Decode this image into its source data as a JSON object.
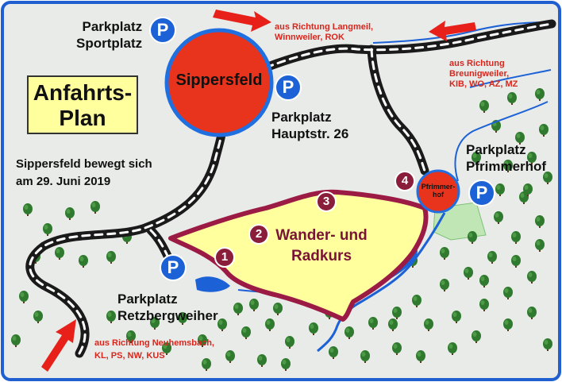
{
  "title": {
    "line1": "Anfahrts-",
    "line2": "Plan"
  },
  "event": {
    "line1": "Sippersfeld bewegt sich",
    "line2": "am 29. Juni 2019"
  },
  "towns": {
    "sippersfeld": "Sippersfeld",
    "pfrimmerhof_line1": "Pfrimmer-",
    "pfrimmerhof_line2": "hof"
  },
  "parking_symbol": "P",
  "parking": {
    "sportplatz": {
      "line1": "Parkplatz",
      "line2": "Sportplatz"
    },
    "hauptstr": {
      "line1": "Parkplatz",
      "line2": "Hauptstr. 26"
    },
    "pfrimmerhof": {
      "line1": "Parkplatz",
      "line2": "Pfrimmerhof"
    },
    "retzbergweiher": {
      "line1": "Parkplatz",
      "line2": "Retzbergweiher"
    }
  },
  "directions": {
    "langmeil": {
      "line1": "aus Richtung Langmeil,",
      "line2": "Winnweiler, ROK"
    },
    "breunigweiler": {
      "line1": "aus Richtung",
      "line2": "Breunigweiler,",
      "line3": "KIB, WO, AZ, MZ"
    },
    "neuhemsbach": {
      "line1": "aus Richtung Neuhemsbach,",
      "line2": "KL, PS, NW, KUS"
    }
  },
  "course": {
    "line1": "Wander- und",
    "line2": "Radkurs"
  },
  "stations": [
    "1",
    "2",
    "3",
    "4"
  ],
  "colors": {
    "town_fill": "#e8341c",
    "town_border": "#1f6fe0",
    "parking_fill": "#1c62d6",
    "road": "#1a1a1a",
    "course_fill": "#ffff9e",
    "course_border": "#9b1b45",
    "station_fill": "#8a1d3a",
    "water": "#1c62d6",
    "arrow": "#e8201a",
    "direction_text": "#d8261c",
    "tree": "#2f7a2e",
    "map_background": "#e9ebe9",
    "frame": "#1f5fd0"
  },
  "icons": [
    "parking-icon",
    "red-arrow-icon",
    "tree-icon"
  ]
}
